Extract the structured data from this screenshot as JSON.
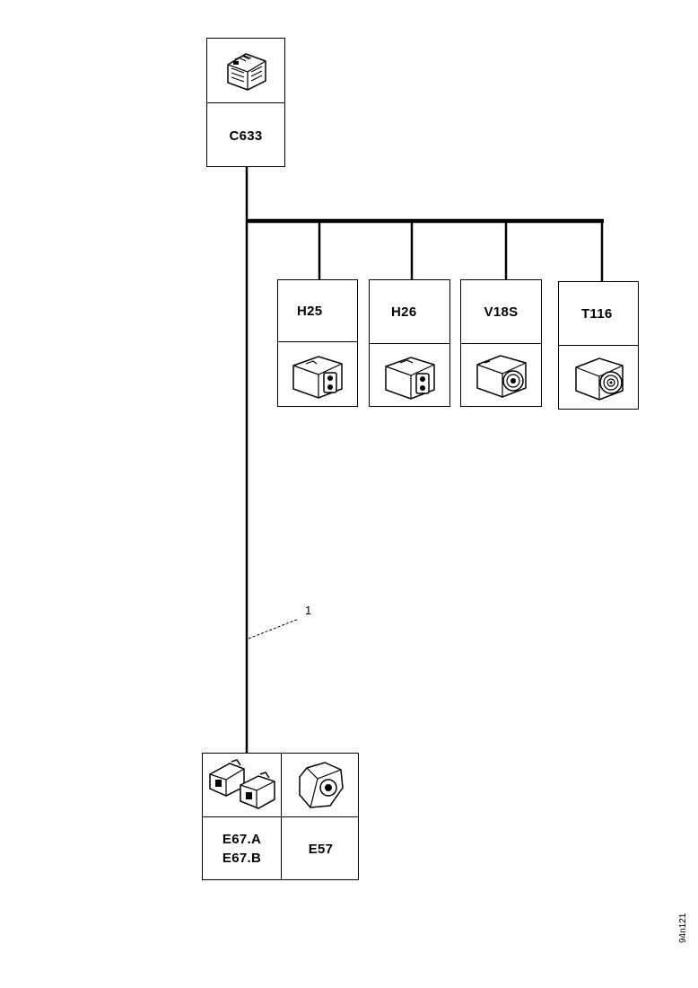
{
  "components": {
    "c633": {
      "label": "C633",
      "icon": "multi-pin-connector-icon"
    },
    "h25": {
      "label": "H25",
      "icon": "connector-housing-icon"
    },
    "h26": {
      "label": "H26",
      "icon": "connector-housing-icon"
    },
    "v18s": {
      "label": "V18S",
      "icon": "round-connector-icon"
    },
    "t116": {
      "label": "T116",
      "icon": "round-connector-icon"
    },
    "e67ab": {
      "label_a": "E67.A",
      "label_b": "E67.B",
      "icon": "twin-connector-icon"
    },
    "e57": {
      "label": "E57",
      "icon": "octagonal-connector-icon"
    }
  },
  "callout": {
    "label": "1"
  },
  "reference": {
    "label": "94n121"
  }
}
